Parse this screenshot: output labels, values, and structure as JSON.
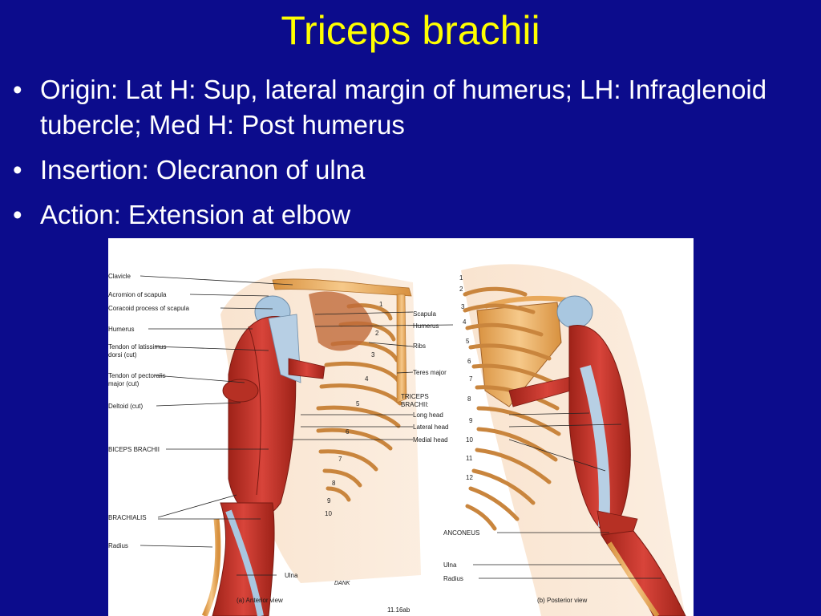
{
  "slide": {
    "title": "Triceps brachii",
    "bullets": [
      "Origin: Lat H: Sup, lateral margin of humerus; LH: Infraglenoid tubercle; Med H: Post humerus",
      "Insertion: Olecranon of ulna",
      "Action: Extension at elbow"
    ],
    "bullet_char": "•"
  },
  "figure": {
    "left_labels": [
      "Clavicle",
      "Acromion of scapula",
      "Coracoid process of scapula",
      "Humerus",
      "Tendon of latissimus",
      "dorsi (cut)",
      "Tendon of pectoralis",
      "major (cut)",
      "Deltoid (cut)",
      "BICEPS BRACHII",
      "BRACHIALIS",
      "Radius",
      "Ulna"
    ],
    "middle_labels": [
      "Scapula",
      "Humerus",
      "Ribs",
      "Teres major",
      "TRICEPS",
      "BRACHII:",
      "Long head",
      "Lateral head",
      "Medial head"
    ],
    "right_labels": [
      "ANCONEUS",
      "Ulna",
      "Radius"
    ],
    "anterior_rib_numbers": [
      "1",
      "2",
      "3",
      "4",
      "5",
      "6",
      "7",
      "8",
      "9",
      "10"
    ],
    "posterior_rib_numbers": [
      "1",
      "2",
      "3",
      "4",
      "5",
      "6",
      "7",
      "8",
      "9",
      "10",
      "11",
      "12"
    ],
    "caption_anterior": "(a) Anterior view",
    "caption_posterior": "(b) Posterior view",
    "figure_id": "11.16ab",
    "signature": "DANK"
  },
  "colors": {
    "background": "#0c0c8c",
    "title": "#ffff00",
    "text": "#ffffff",
    "muscle": "#c8342a",
    "bone": "#e8a85a"
  }
}
